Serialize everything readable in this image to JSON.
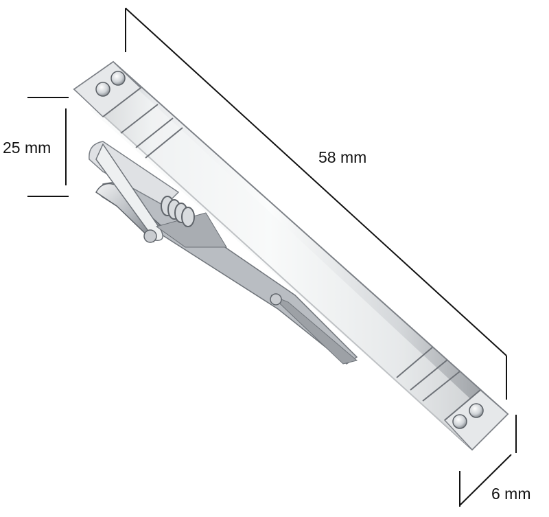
{
  "product": {
    "name": "tie-clip",
    "material_color": "#c9ccd0",
    "highlight_color": "#f7f8f9",
    "shadow_color": "#8a8e93"
  },
  "dimensions": {
    "length_label": "58 mm",
    "height_label": "25 mm",
    "width_label": "6 mm"
  },
  "colors": {
    "dimension_line": "#111111",
    "background": "#ffffff"
  }
}
